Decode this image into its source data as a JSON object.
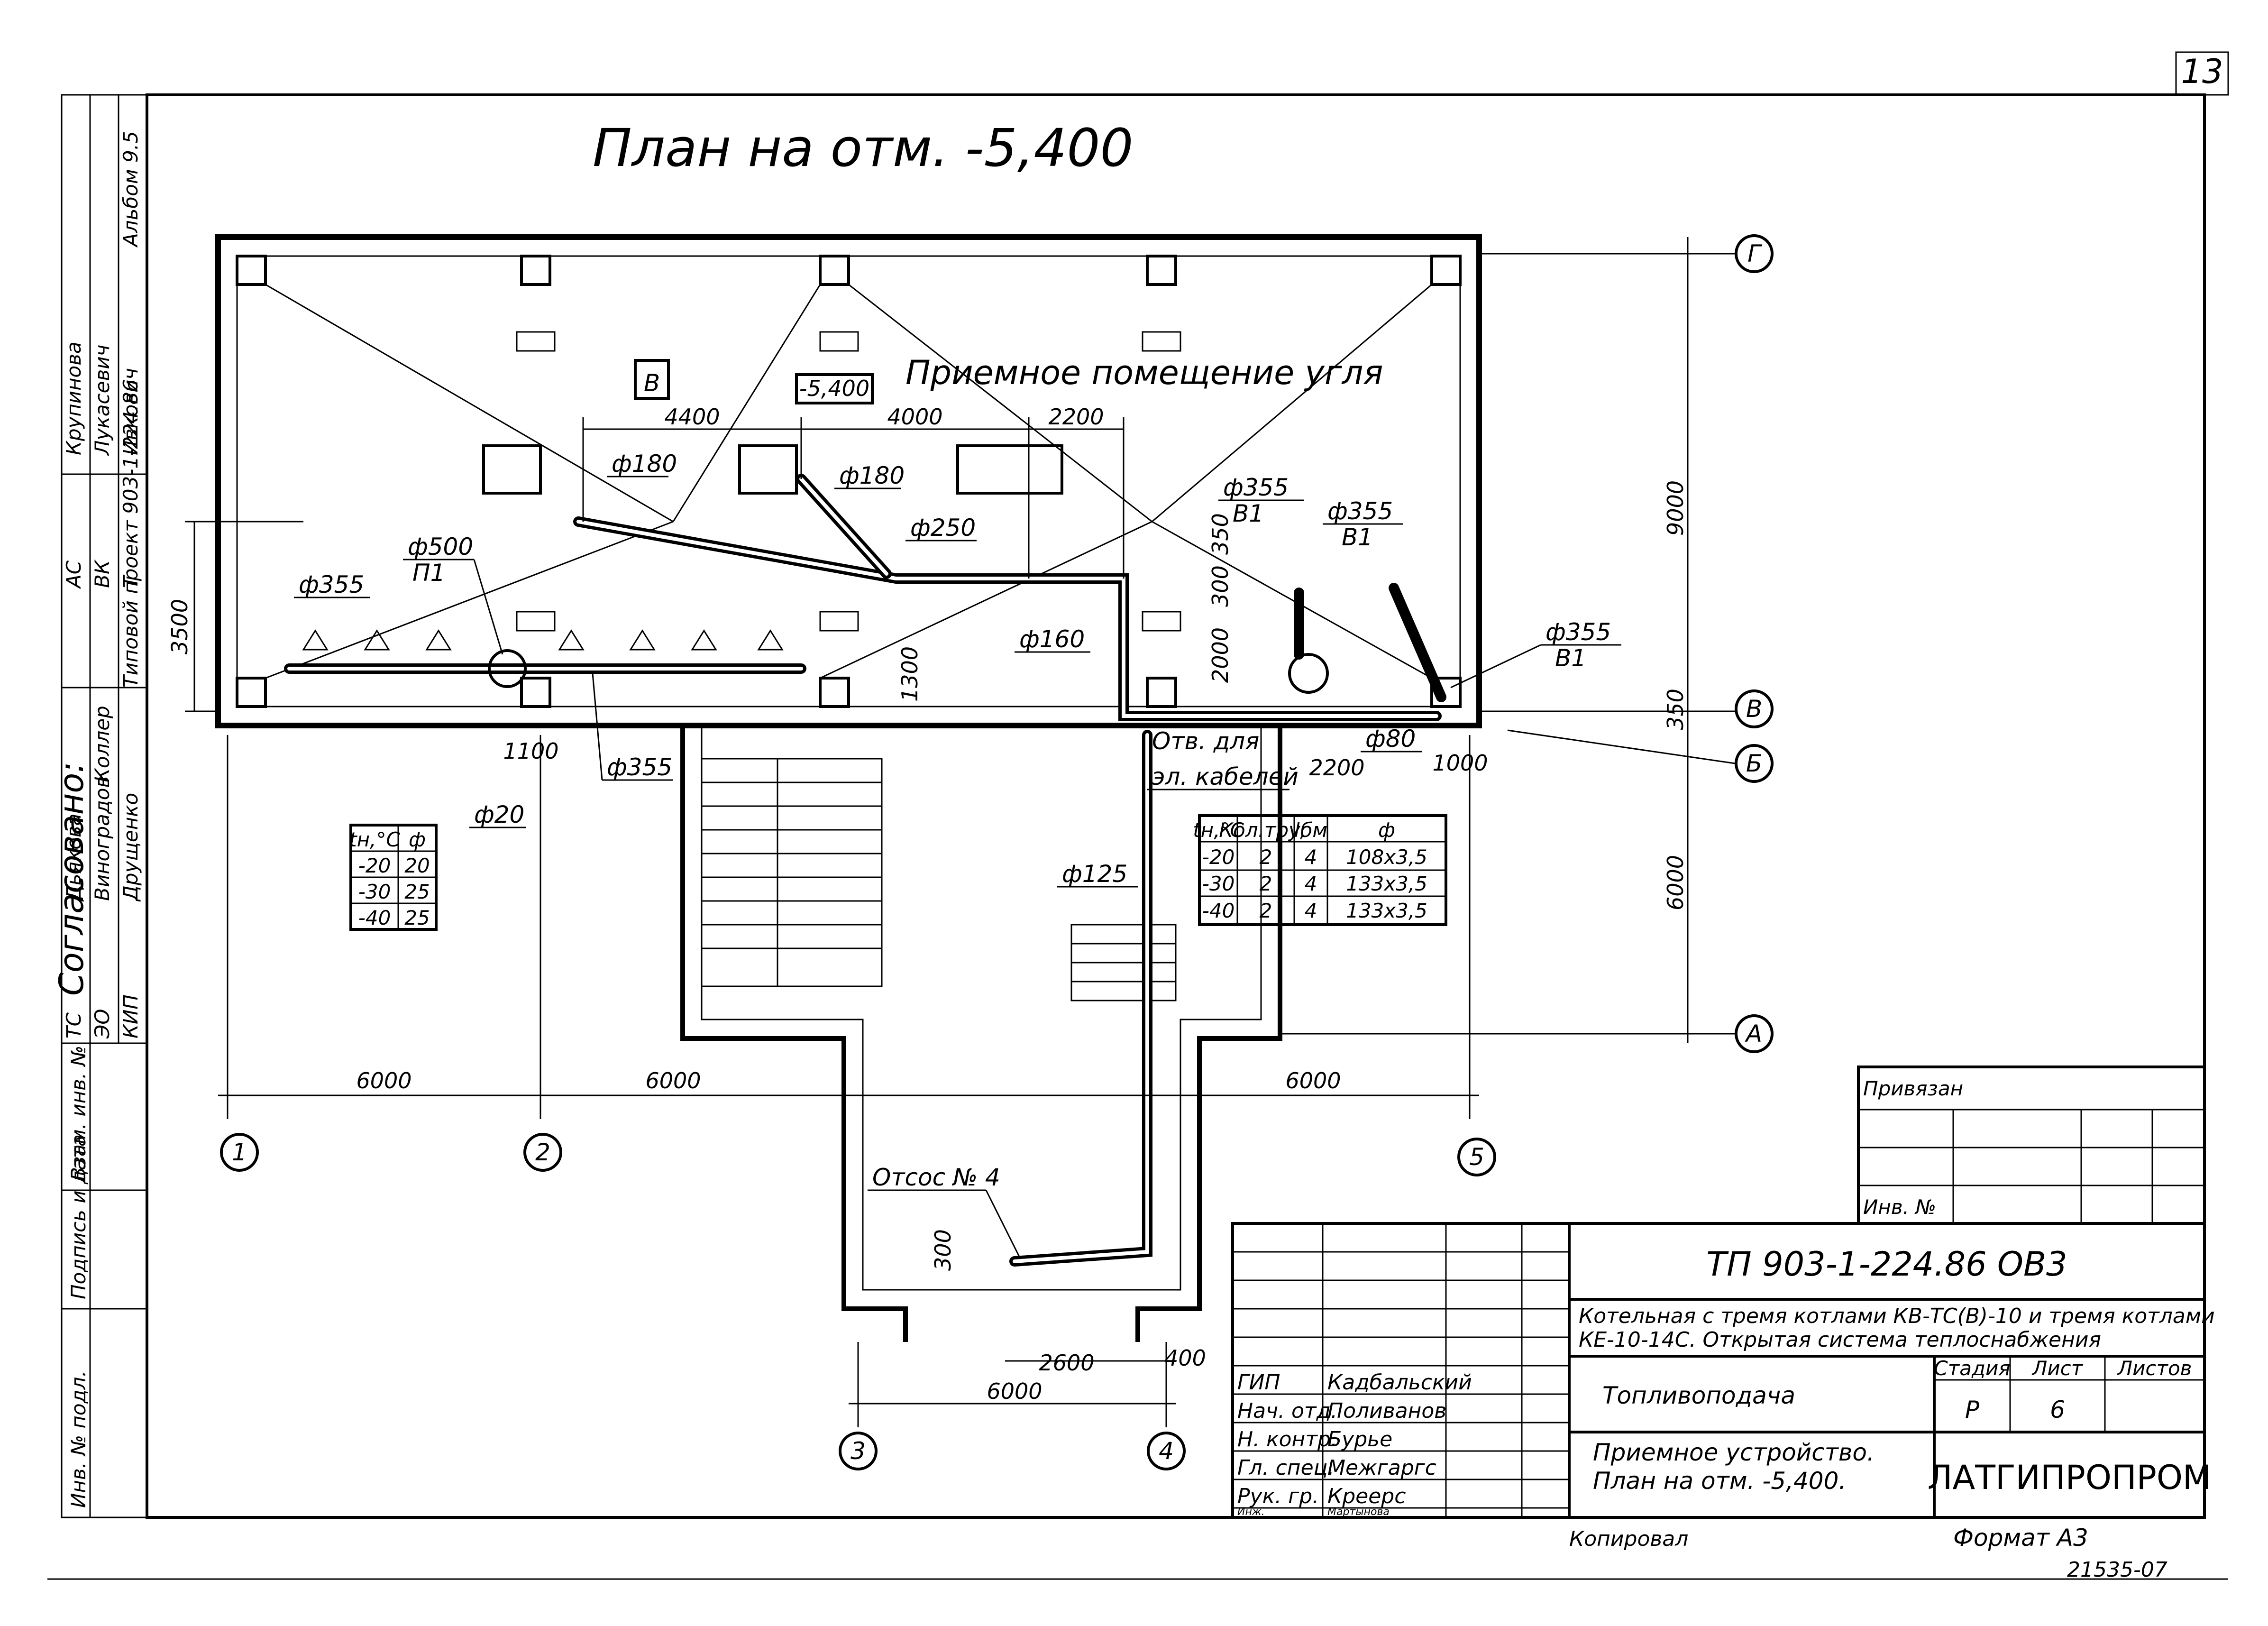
{
  "sheet_number": "13",
  "plan_title": "План на отм. -5,400",
  "room": {
    "label": "Приемное помещение угля",
    "zone_mark": "В",
    "level_mark": "-5,400"
  },
  "grid_axes": {
    "columns": [
      "1",
      "2",
      "3",
      "4",
      "5"
    ],
    "rows": [
      "Г",
      "В",
      "Б",
      "А"
    ]
  },
  "dimensions": {
    "top_4400": "4400",
    "top_4000": "4000",
    "top_2200": "2200",
    "left_3500": "3500",
    "right_9000": "9000",
    "right_6000": "6000",
    "right_350": "350",
    "bottom_6000_a": "6000",
    "bottom_6000_b": "6000",
    "bottom_6000_c": "6000",
    "bottom_6000_d": "6000",
    "bottom_2600": "2600",
    "bottom_400": "400",
    "d_1100": "1100",
    "d_2200": "2200",
    "d_1000": "1000",
    "d_2000": "2000",
    "d_300": "300",
    "d_1300": "1300",
    "d_300_low": "300",
    "d_350_vert": "350"
  },
  "pipe_labels": {
    "p180_a": "ф180",
    "p180_b": "ф180",
    "p250": "ф250",
    "p355_b1_a": "ф355",
    "b1_a": "В1",
    "p355_b1_b": "ф355",
    "b1_b": "В1",
    "p355_b1_c": "ф355",
    "b1_c": "В1",
    "p500": "ф500",
    "p1": "П1",
    "p355_left": "ф355",
    "p160": "ф160",
    "p355_bottom": "ф355",
    "p20": "ф20",
    "p80": "ф80",
    "p125": "ф125",
    "cable_hole_1": "Отв. для",
    "cable_hole_2": "эл. кабелей",
    "otsos": "Отсос № 4"
  },
  "table_small": {
    "headers": [
      "tн,°С",
      "ф"
    ],
    "rows": [
      [
        "-20",
        "20"
      ],
      [
        "-30",
        "25"
      ],
      [
        "-40",
        "25"
      ]
    ]
  },
  "table_pipes": {
    "headers": [
      "tн,°С",
      "Кол.труб",
      "l, м",
      "ф"
    ],
    "rows": [
      [
        "-20",
        "2",
        "4",
        "108х3,5"
      ],
      [
        "-30",
        "2",
        "4",
        "133х3,5"
      ],
      [
        "-40",
        "2",
        "4",
        "133х3,5"
      ]
    ]
  },
  "left_margin": {
    "agreed": "Согласовано:",
    "project": "Типовой проект 903-1-224.86",
    "album": "Альбом 9.5",
    "rows": [
      [
        "АС",
        "Крупинова",
        ""
      ],
      [
        "ВК",
        "Лукасевич",
        ""
      ],
      [
        "Т",
        "Ивкович",
        ""
      ],
      [
        "ТС",
        "Дьякова",
        "Коллер"
      ],
      [
        "ЭО",
        "Виноградов",
        ""
      ],
      [
        "КИП",
        "Друщенко",
        ""
      ]
    ],
    "inv_labels": [
      "Инв. № подл.",
      "Подпись и дата",
      "Взам. инв. №"
    ]
  },
  "title_block": {
    "privyazan": "Привязан",
    "inv_no": "Инв. №",
    "code": "ТП 903-1-224.86   ОВ3",
    "description_1": "Котельная с тремя котлами КВ-ТС(В)-10 и тремя котлами",
    "description_2": "КЕ-10-14С. Открытая система теплоснабжения",
    "section": "Топливоподача",
    "drawing_1": "Приемное устройство.",
    "drawing_2": "План на отм. -5,400.",
    "stage_label": "Стадия",
    "sheet_label": "Лист",
    "sheets_label": "Листов",
    "stage": "Р",
    "sheet": "6",
    "org": "ЛАТГИПРОПРОМ",
    "staff": [
      [
        "ГИП",
        "Кадбальский"
      ],
      [
        "Нач. отд.",
        "Поливанов"
      ],
      [
        "Н. контр.",
        "Бурье"
      ],
      [
        "Гл. спец.",
        "Межгаргс"
      ],
      [
        "Рук. гр.",
        "Креерс"
      ],
      [
        "Инж.",
        "Мартынова"
      ]
    ]
  },
  "footer": {
    "copied": "Копировал",
    "format": "Формат А3",
    "archive": "21535-07"
  }
}
